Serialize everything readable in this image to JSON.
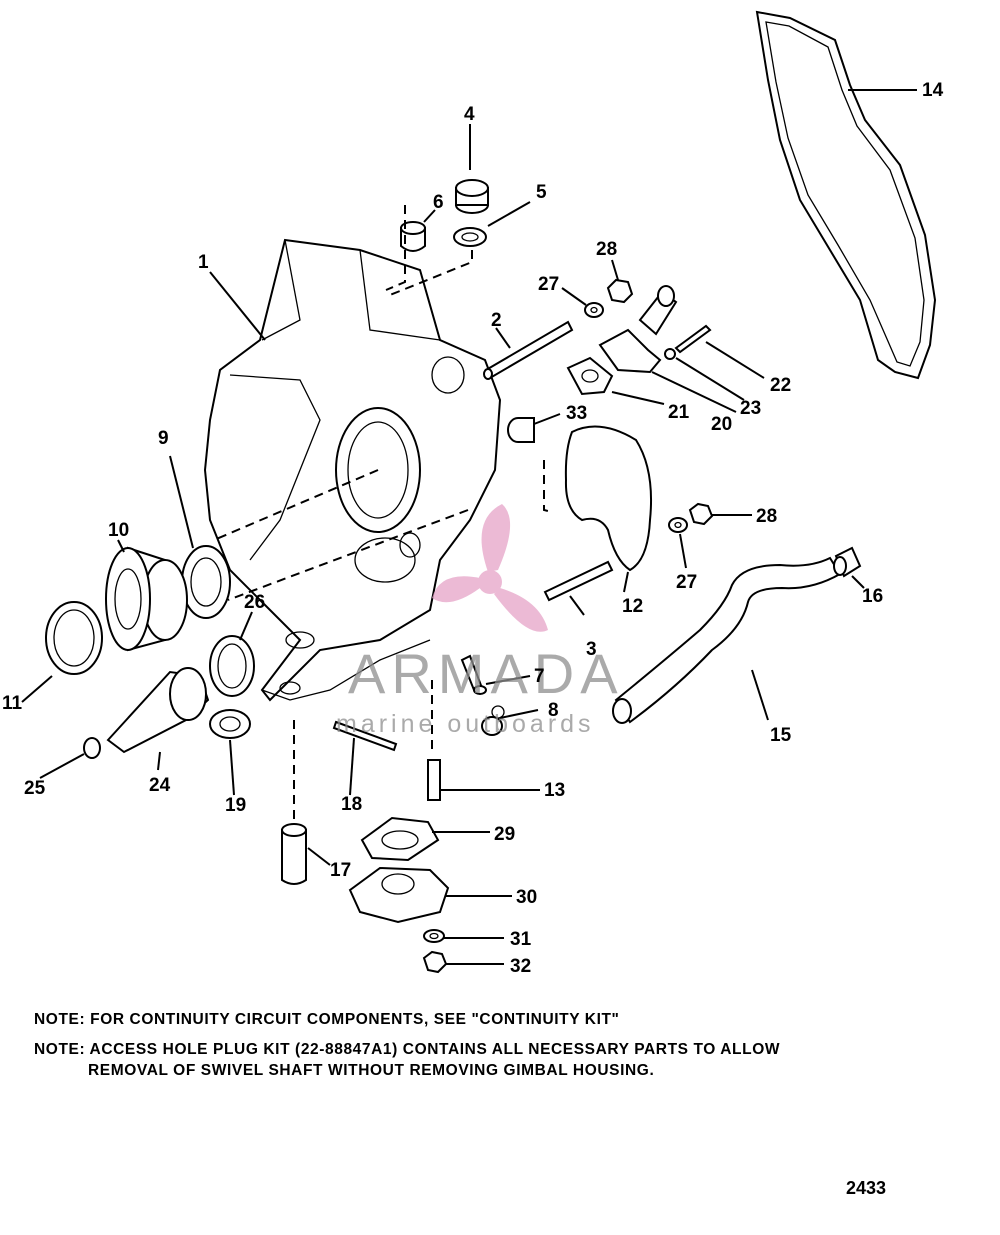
{
  "diagram": {
    "part_numbers": [
      "1",
      "2",
      "3",
      "4",
      "5",
      "6",
      "7",
      "8",
      "9",
      "10",
      "11",
      "12",
      "13",
      "14",
      "15",
      "16",
      "17",
      "18",
      "19",
      "20",
      "21",
      "22",
      "23",
      "24",
      "25",
      "26",
      "27",
      "27",
      "28",
      "28",
      "29",
      "30",
      "31",
      "32",
      "33"
    ]
  },
  "watermark": {
    "brand": "ARMADA",
    "tagline": "marine outboards",
    "color": "#e6a3c8"
  },
  "notes": {
    "note1": "NOTE:  FOR CONTINUITY CIRCUIT COMPONENTS, SEE \"CONTINUITY KIT\"",
    "note2_line1": "NOTE:  ACCESS HOLE PLUG KIT (22-88847A1) CONTAINS ALL NECESSARY PARTS TO ALLOW",
    "note2_line2": "REMOVAL OF SWIVEL SHAFT WITHOUT REMOVING GIMBAL HOUSING."
  },
  "figure_number": "2433"
}
